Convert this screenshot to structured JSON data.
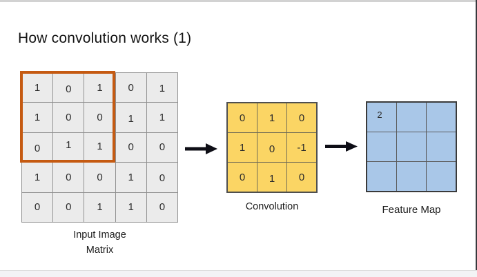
{
  "slide": {
    "title": "How convolution works (1)"
  },
  "input_matrix": {
    "rows": [
      [
        "1",
        "0",
        "1",
        "0",
        "1"
      ],
      [
        "1",
        "0",
        "0",
        "1",
        "1"
      ],
      [
        "0",
        "1",
        "1",
        "0",
        "0"
      ],
      [
        "1",
        "0",
        "0",
        "1",
        "0"
      ],
      [
        "0",
        "0",
        "1",
        "1",
        "0"
      ]
    ],
    "label_line1": "Input Image",
    "label_line2": "Matrix",
    "highlight_region": "top-left 3x3"
  },
  "kernel": {
    "rows": [
      [
        "0",
        "1",
        "0"
      ],
      [
        "1",
        "0",
        "-1"
      ],
      [
        "0",
        "1",
        "0"
      ]
    ],
    "label": "Convolution"
  },
  "feature_map": {
    "rows": [
      [
        "2",
        "",
        ""
      ],
      [
        "",
        "",
        ""
      ],
      [
        "",
        "",
        ""
      ]
    ],
    "label": "Feature Map"
  },
  "icons": {
    "arrow_1": "arrow-right-icon",
    "arrow_2": "arrow-right-icon"
  },
  "colors": {
    "highlight-orange": "#C55A11",
    "kernel-fill": "#FBD564",
    "feature-fill": "#A9C7E8",
    "cell-fill": "#EBEBEB",
    "arrow-black": "#0E0E16"
  }
}
